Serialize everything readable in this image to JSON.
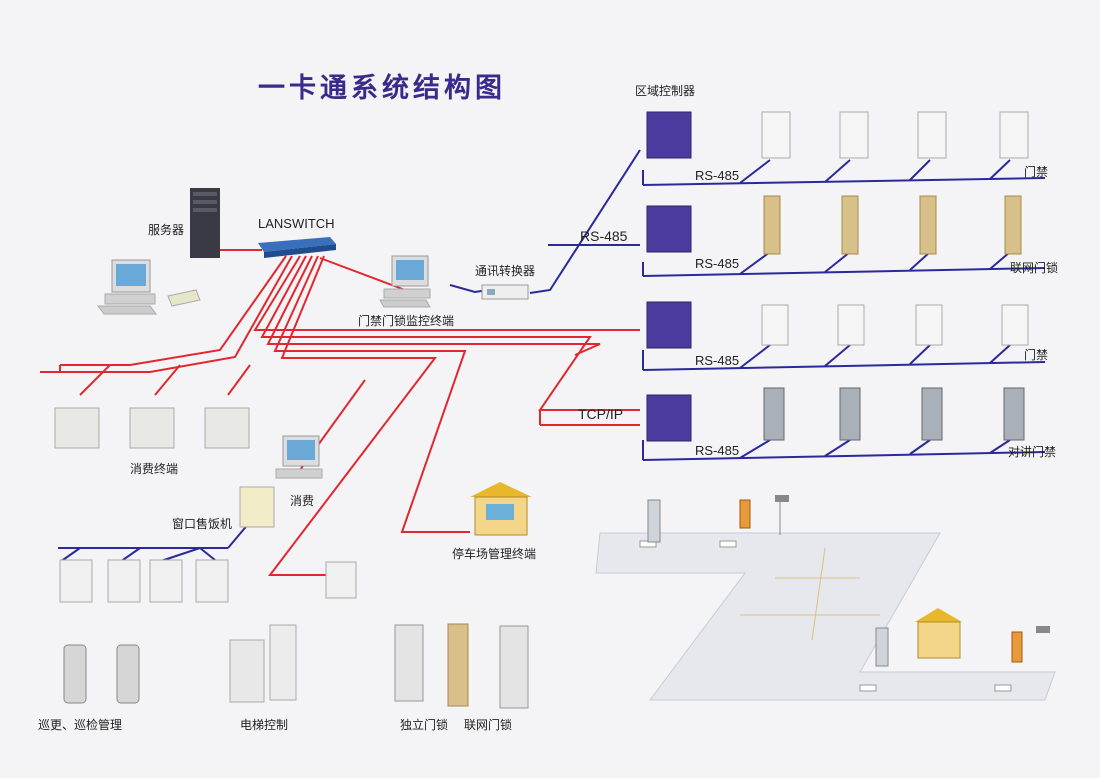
{
  "title": "一卡通系统结构图",
  "labels": {
    "server": "服务器",
    "lanswitch": "LANSWITCH",
    "zone_controller": "区域控制器",
    "converter": "通讯转换器",
    "door_monitor_terminal": "门禁门锁监控终端",
    "consumption_terminal": "消费终端",
    "consumption": "消费",
    "window_meal_machine": "窗口售饭机",
    "parking_terminal": "停车场管理终端",
    "patrol": "巡更、巡检管理",
    "elevator": "电梯控制",
    "standalone_lock": "独立门锁",
    "network_lock": "联网门锁"
  },
  "rows": [
    {
      "protocol": "RS-485",
      "device_label": "门禁"
    },
    {
      "protocol": "RS-485",
      "device_label": "联网门锁"
    },
    {
      "protocol": "RS-485",
      "device_label": "门禁"
    },
    {
      "protocol": "RS-485",
      "device_label": "对讲门禁"
    }
  ],
  "trunk_labels": {
    "rs485": "RS-485",
    "tcpip": "TCP/IP"
  },
  "colors": {
    "title": "#3a2a8a",
    "red_line": "#e0282e",
    "blue_line": "#2a2a9a",
    "controller": "#4b3b9e"
  }
}
